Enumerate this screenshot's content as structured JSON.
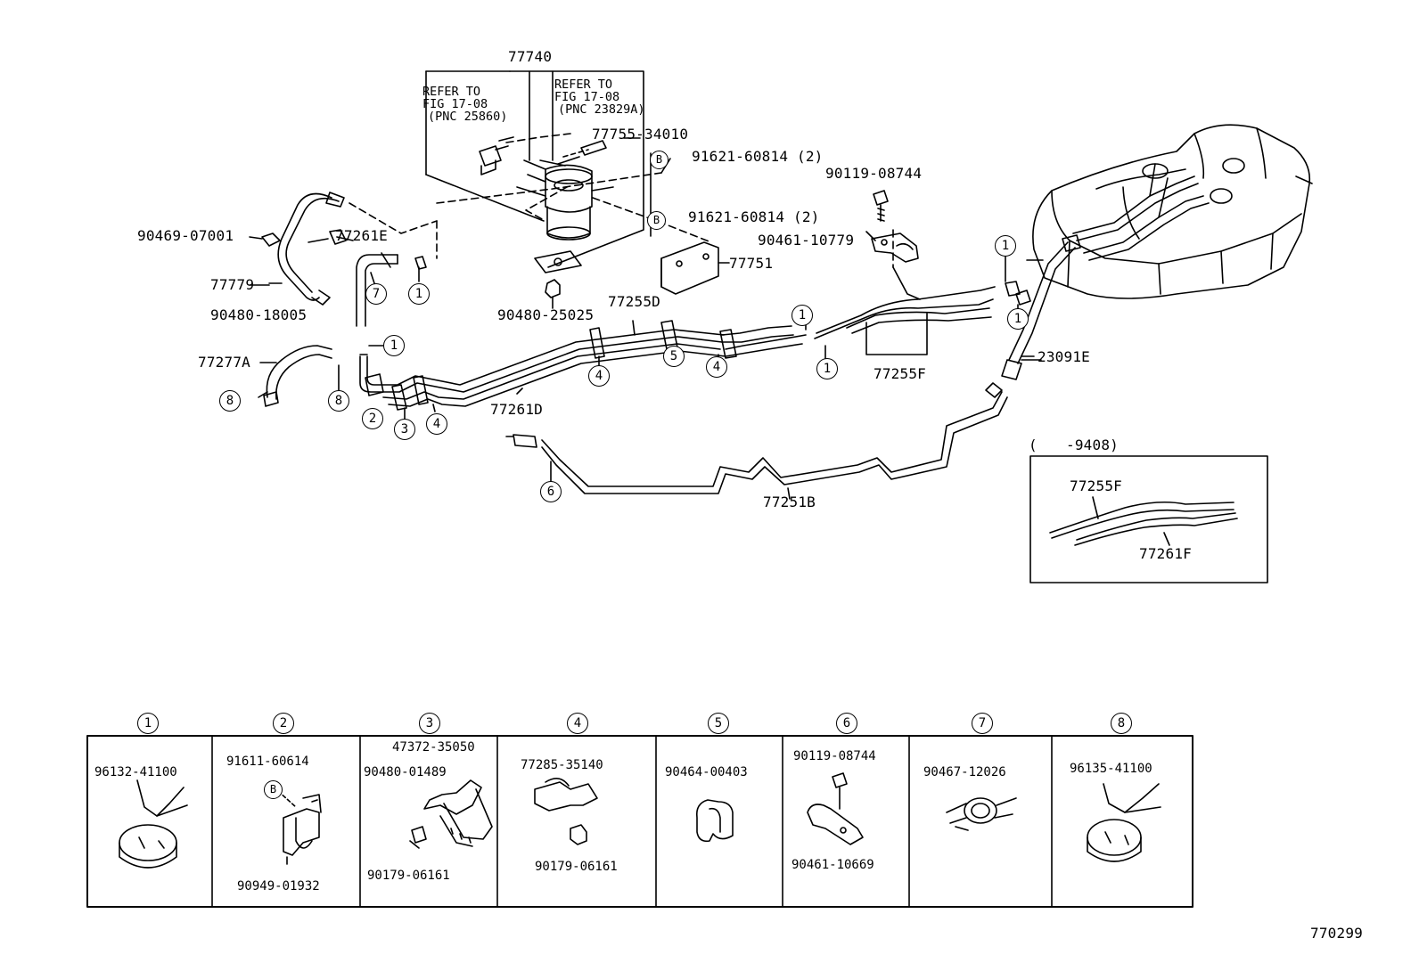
{
  "figure_code": "770299",
  "assembly_label": "77740",
  "refer_notes": [
    {
      "line1": "REFER TO",
      "line2": "FIG 17-08",
      "line3": "(PNC 25860)"
    },
    {
      "line1": "REFER TO",
      "line2": "FIG 17-08",
      "line3": "(PNC 23829A)"
    }
  ],
  "bolt_marker": "B",
  "callout_numbers": [
    "1",
    "2",
    "3",
    "4",
    "5",
    "6",
    "7",
    "8"
  ],
  "part_labels": {
    "p77755": "77755-34010",
    "p91621a": "91621-60814 (2)",
    "p91621b": "91621-60814 (2)",
    "p77751": "77751",
    "p90480_25025": "90480-25025",
    "p90119": "90119-08744",
    "p90461": "90461-10779",
    "p90469": "90469-07001",
    "p77261e": "77261E",
    "p77779": "77779",
    "p90480_18005": "90480-18005",
    "p77277a": "77277A",
    "p77255d": "77255D",
    "p77261d": "77261D",
    "p77255f": "77255F",
    "p23091e": "23091E",
    "p77251b": "77251B"
  },
  "inset": {
    "header": "-9408)",
    "open_paren": "(",
    "labels": [
      "77255F",
      "77261F"
    ]
  },
  "legend": [
    {
      "num": "1",
      "parts": [
        "96132-41100"
      ]
    },
    {
      "num": "2",
      "parts": [
        "91611-60614",
        "90949-01932"
      ]
    },
    {
      "num": "3",
      "parts": [
        "47372-35050",
        "90480-01489",
        "90179-06161"
      ]
    },
    {
      "num": "4",
      "parts": [
        "77285-35140",
        "90179-06161"
      ]
    },
    {
      "num": "5",
      "parts": [
        "90464-00403"
      ]
    },
    {
      "num": "6",
      "parts": [
        "90119-08744",
        "90461-10669"
      ]
    },
    {
      "num": "7",
      "parts": [
        "90467-12026"
      ]
    },
    {
      "num": "8",
      "parts": [
        "96135-41100"
      ]
    }
  ]
}
